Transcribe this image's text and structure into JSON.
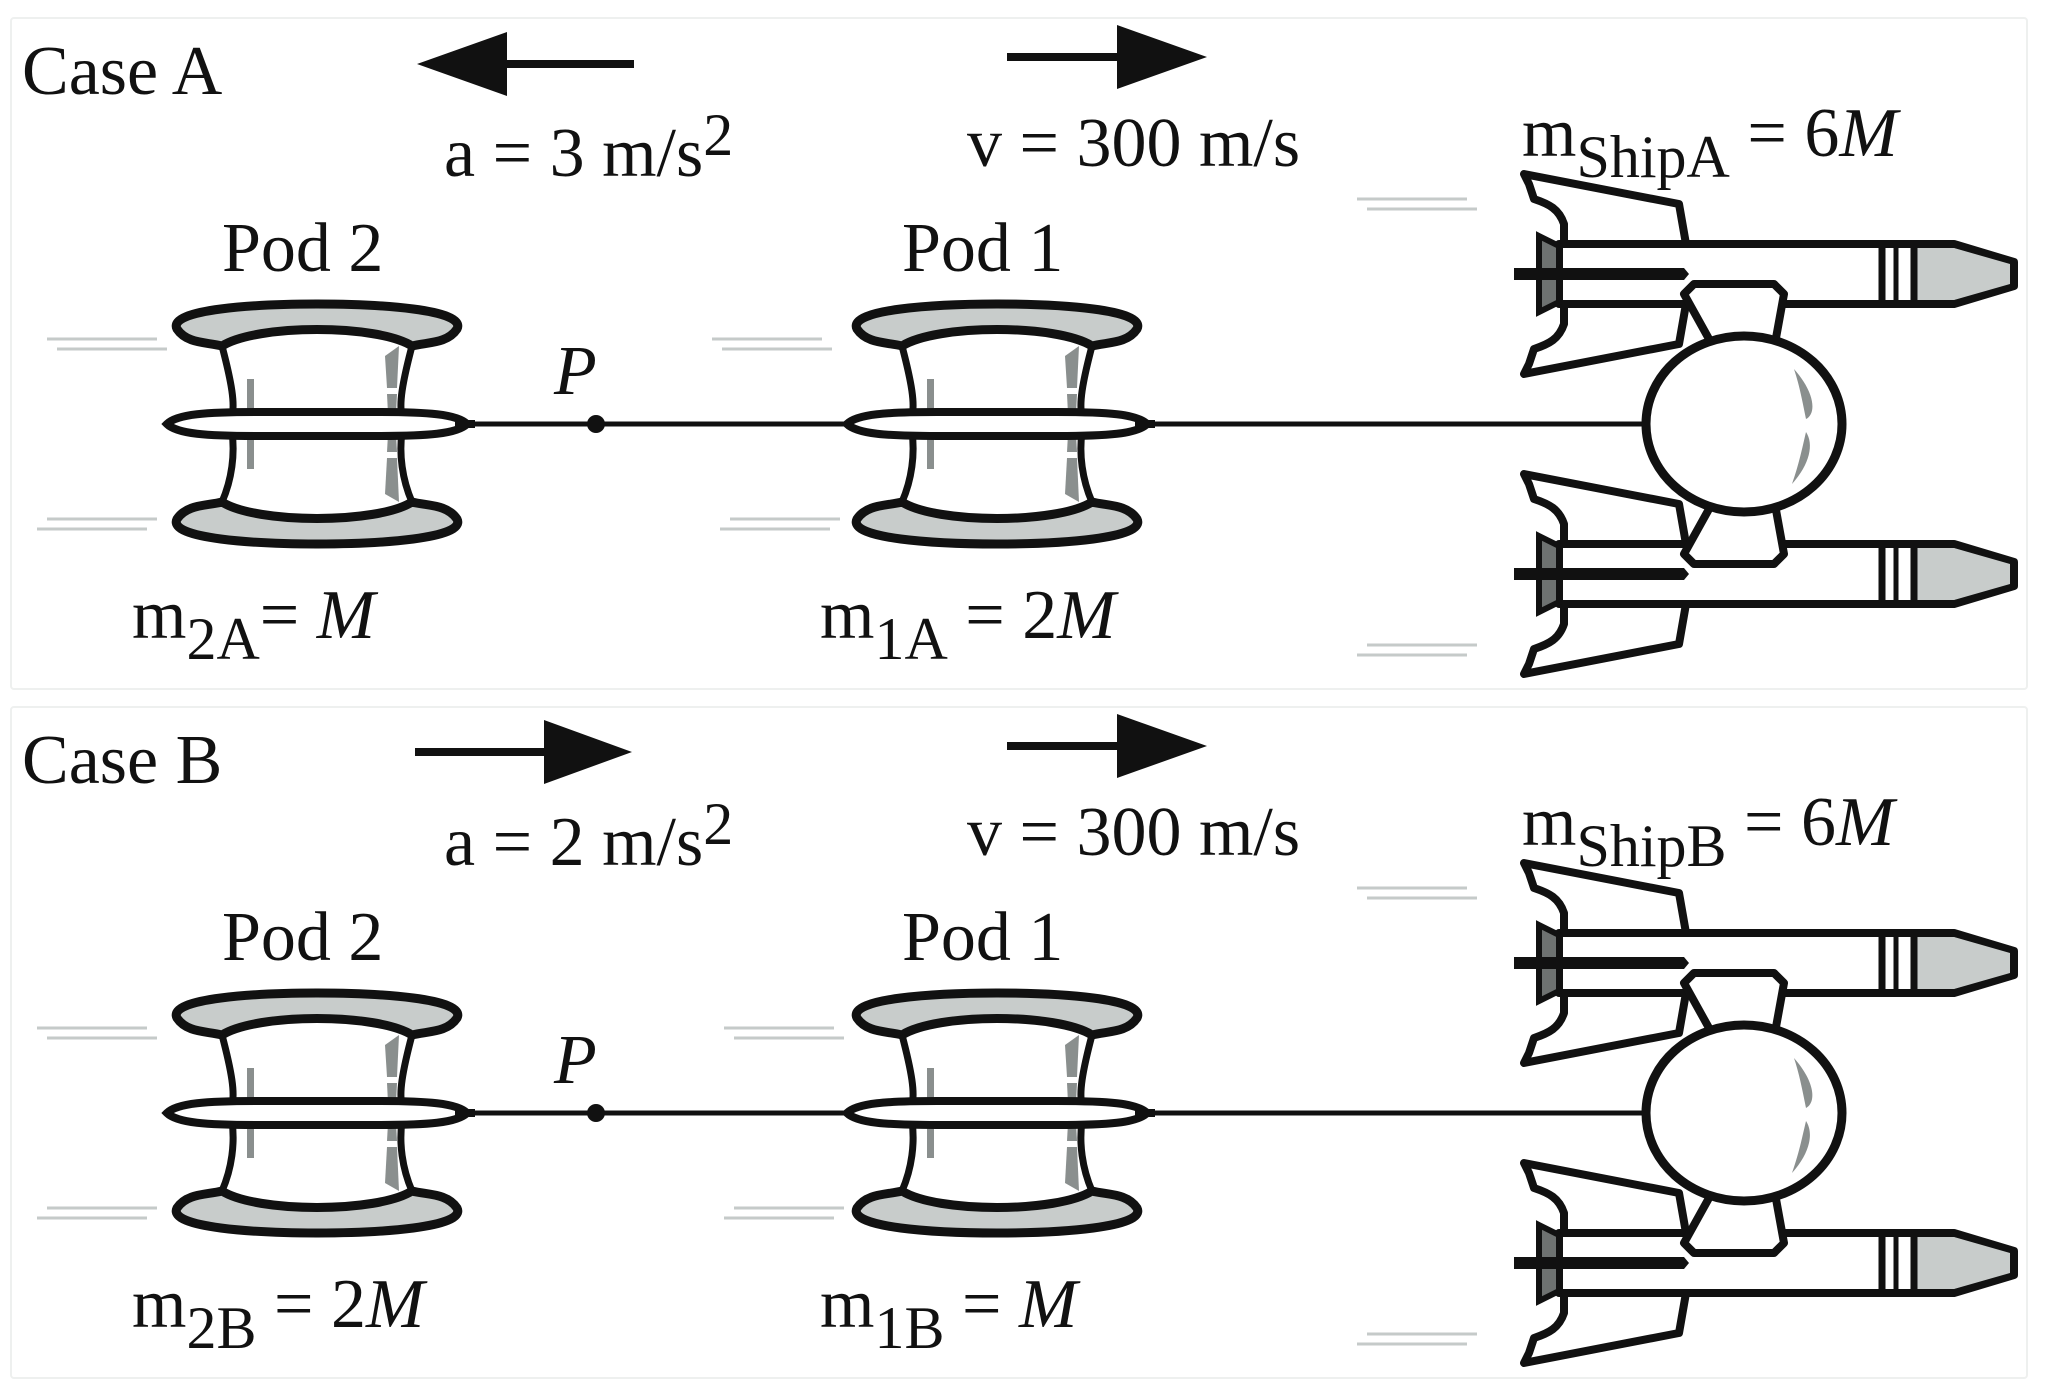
{
  "cases": [
    {
      "id": "A",
      "title": "Case A",
      "acceleration": {
        "symbol": "a",
        "value": "3",
        "unit": "m/s",
        "unit_exp": "2",
        "direction": "left"
      },
      "velocity": {
        "symbol": "v",
        "value": "300",
        "unit": "m/s",
        "direction": "right"
      },
      "pod2": {
        "label": "Pod 2",
        "mass_symbol": "m",
        "mass_sub": "2A",
        "mass_coeff": "",
        "mass_var": "M"
      },
      "pod1": {
        "label": "Pod 1",
        "mass_symbol": "m",
        "mass_sub": "1A",
        "mass_coeff": "2",
        "mass_var": "M"
      },
      "ship": {
        "mass_symbol": "m",
        "mass_sub": "ShipA",
        "mass_coeff": "6",
        "mass_var": "M"
      },
      "point_label": "P"
    },
    {
      "id": "B",
      "title": "Case B",
      "acceleration": {
        "symbol": "a",
        "value": "2",
        "unit": "m/s",
        "unit_exp": "2",
        "direction": "right"
      },
      "velocity": {
        "symbol": "v",
        "value": "300",
        "unit": "m/s",
        "direction": "right"
      },
      "pod2": {
        "label": "Pod 2",
        "mass_symbol": "m",
        "mass_sub": "2B",
        "mass_coeff": "2",
        "mass_var": "M"
      },
      "pod1": {
        "label": "Pod 1",
        "mass_symbol": "m",
        "mass_sub": "1B",
        "mass_coeff": "",
        "mass_var": "M"
      },
      "ship": {
        "mass_symbol": "m",
        "mass_sub": "ShipB",
        "mass_coeff": "6",
        "mass_var": "M"
      },
      "point_label": "P"
    }
  ],
  "equals_sign": "=",
  "colors": {
    "ink": "#111111",
    "light_gray": "#c8cccb",
    "mid_gray": "#8a8f8e",
    "dark_gray": "#6e7271",
    "motion_lines": "#c5cac9"
  }
}
